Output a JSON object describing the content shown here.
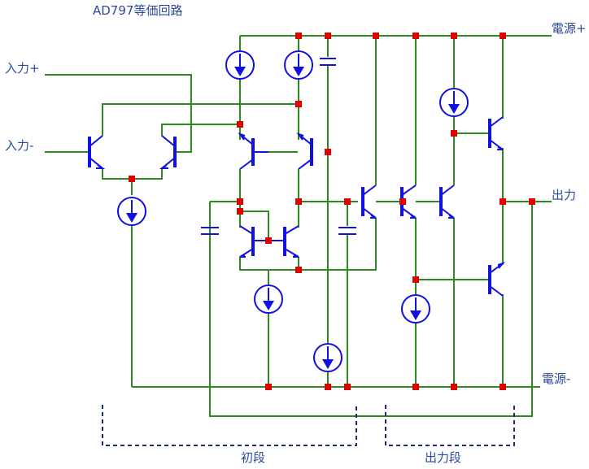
{
  "title": "AD797等価回路",
  "labels": {
    "input_plus": "入力+",
    "input_minus": "入力-",
    "power_plus": "電源+",
    "power_minus": "電源-",
    "output": "出力",
    "first_stage": "初段",
    "output_stage": "出力段"
  },
  "colors": {
    "wire": "#2e8b22",
    "device": "#1010e0",
    "node": "#e00000",
    "text": "#2a4a9a",
    "bracket": "#1a2a7a"
  }
}
